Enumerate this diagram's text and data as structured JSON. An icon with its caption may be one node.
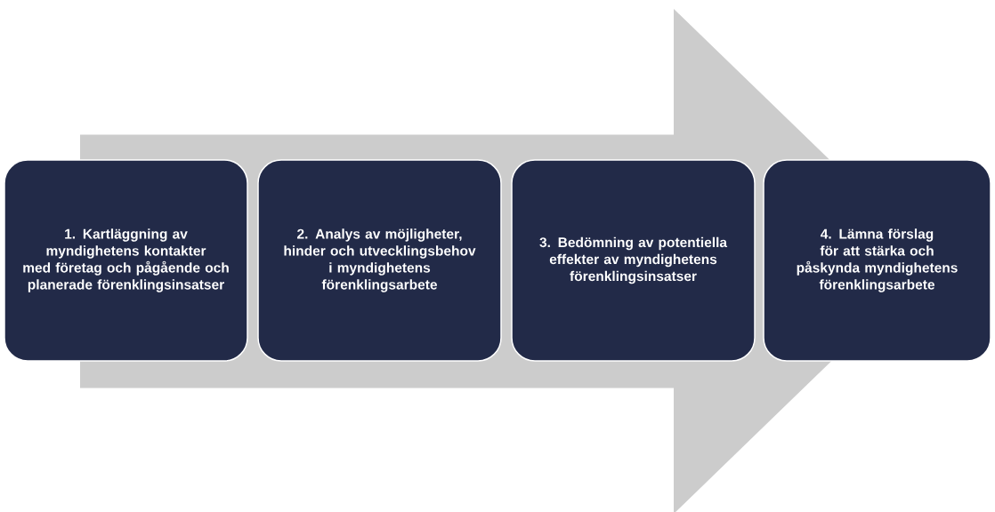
{
  "diagram": {
    "nodes": [
      {
        "text": [
          "1. Kartläggning av myndighetens kontakter med företag och pågående och planerade förenklingsinsatser"
        ]
      },
      {
        "text": [
          "2. Analys av möjligheter, hinder och utvecklingsbehov i myndighetens förenklingsarbete"
        ]
      },
      {
        "text": [
          "3. Bedömning av potentiella effekter av myndighetens förenklingsinsatser"
        ]
      },
      {
        "text": [
          "4. Lämna förslag för att stärka och påskynda myndighetens förenklingsarbete"
        ]
      }
    ],
    "edges": [
      {
        "from": 0,
        "to": 3,
        "arrow": "to",
        "style": "thick"
      }
    ]
  }
}
